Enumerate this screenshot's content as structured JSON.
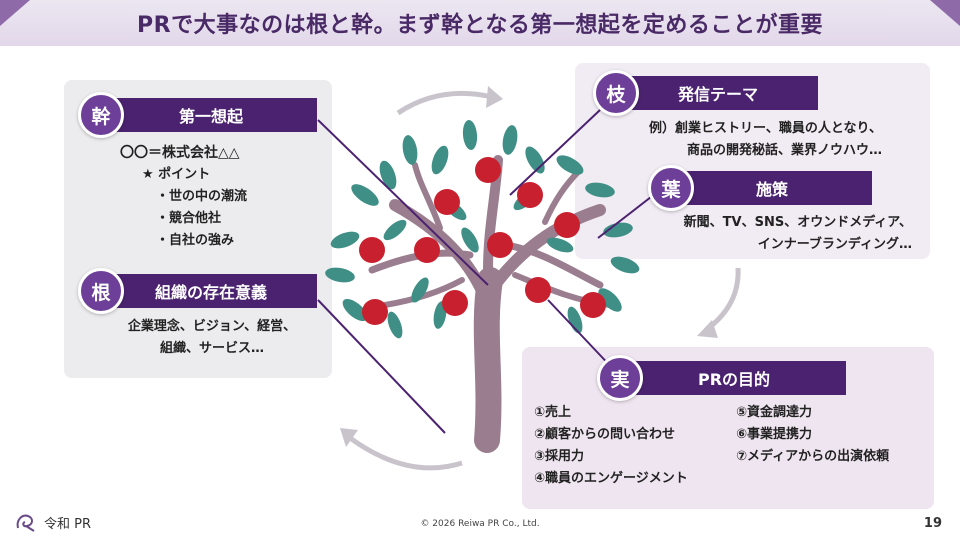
{
  "title": "PRで大事なのは根と幹。まず幹となる第一想起を定めることが重要",
  "sections": {
    "trunk": {
      "kanji": "幹",
      "label": "第一想起",
      "lines": [
        "〇〇＝株式会社△△",
        "★ ポイント",
        "・世の中の潮流",
        "・競合他社",
        "・自社の強み"
      ]
    },
    "root": {
      "kanji": "根",
      "label": "組織の存在意義",
      "lines": [
        "企業理念、ビジョン、経営、",
        "組織、サービス…"
      ]
    },
    "branch": {
      "kanji": "枝",
      "label": "発信テーマ",
      "lines": [
        "例）創業ヒストリー、職員の人となり、",
        "商品の開発秘話、業界ノウハウ…"
      ]
    },
    "leaf": {
      "kanji": "葉",
      "label": "施策",
      "lines": [
        "新聞、TV、SNS、オウンドメディア、",
        "インナーブランディング…"
      ]
    },
    "fruit": {
      "kanji": "実",
      "label": "PRの目的",
      "items_left": [
        "①売上",
        "②顧客からの問い合わせ",
        "③採用力",
        "④職員のエンゲージメント"
      ],
      "items_right": [
        "⑤資金調達力",
        "⑥事業提携力",
        "⑦メディアからの出演依頼"
      ]
    }
  },
  "footer": {
    "logo": "令和 PR",
    "copyright": "© 2026 Reiwa PR Co., Ltd.",
    "page": "19"
  },
  "colors": {
    "label_bg": "#4b2270",
    "circle_bg": "#6d3f98",
    "title_text": "#4a2a66",
    "apple": "#c8202e",
    "leaf": "#3f8f86",
    "trunk": "#9a7d8e"
  }
}
